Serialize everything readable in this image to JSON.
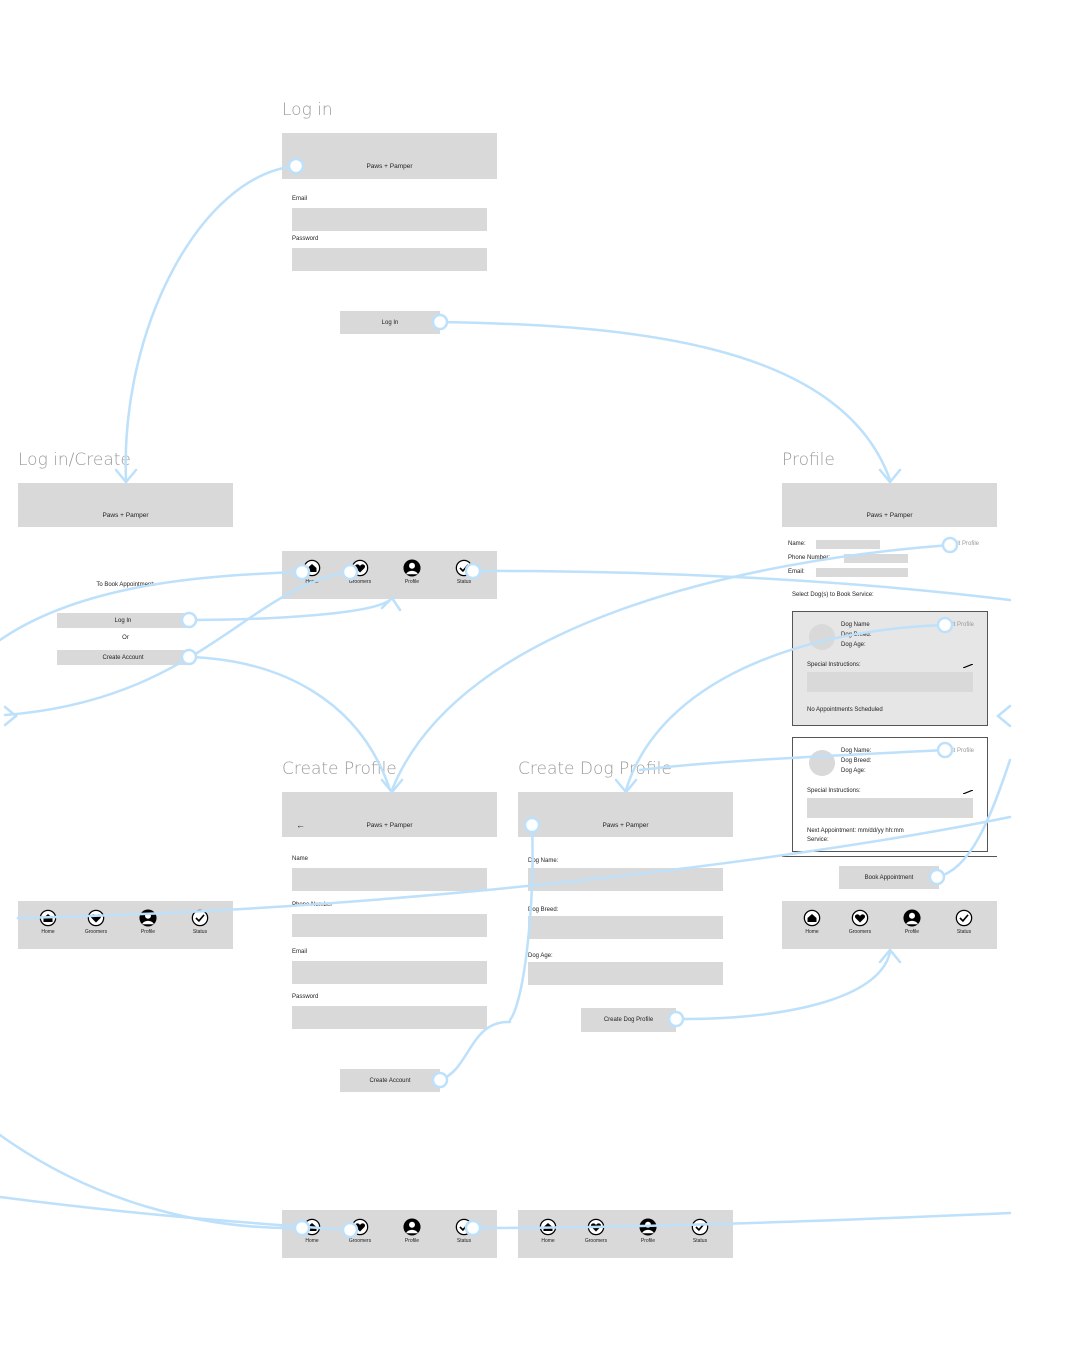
{
  "brand": "Paws + Pamper",
  "screens": {
    "login": {
      "title": "Log in",
      "email_label": "Email",
      "password_label": "Password",
      "login_button": "Log In"
    },
    "login_create": {
      "title": "Log in/Create",
      "book_text": "To Book Appointment:",
      "login_button": "Log In",
      "or_text": "Or",
      "create_button": "Create Account"
    },
    "profile": {
      "title": "Profile",
      "name_label": "Name:",
      "phone_label": "Phone Number:",
      "email_label": "Email:",
      "edit_link": "Edit Profile",
      "select_text": "Select Dog(s) to Book Service:",
      "dog_cards": [
        {
          "dog_name_label": "Dog Name",
          "dog_breed_label": "Dog Breed:",
          "dog_age_label": "Dog Age:",
          "edit_link": "Edit Profile",
          "instructions_label": "Special Instructions:",
          "footer_line1": "No Appointments Scheduled",
          "footer_line2": ""
        },
        {
          "dog_name_label": "Dog Name:",
          "dog_breed_label": "Dog Breed:",
          "dog_age_label": "Dog Age:",
          "edit_link": "Edit Profile",
          "instructions_label": "Special Instructions:",
          "footer_line1": "Next Appointment: mm/dd/yy hh:mm",
          "footer_line2": "Service:"
        }
      ],
      "book_button": "Book Appointment"
    },
    "create_profile": {
      "title": "Create Profile",
      "back_arrow": "←",
      "name_label": "Name",
      "phone_label": "Phone Number",
      "email_label": "Email",
      "password_label": "Password",
      "create_button": "Create Account"
    },
    "create_dog": {
      "title": "Create Dog Profile",
      "dog_name_label": "Dog Name:",
      "dog_breed_label": "Dog Breed:",
      "dog_age_label": "Dog Age:",
      "create_button": "Create Dog Profile"
    }
  },
  "nav": {
    "home": "Home",
    "groomers": "Groomers",
    "profile": "Profile",
    "status": "Status",
    "icons": [
      "home-icon",
      "heart-icon",
      "person-icon",
      "checkmark-icon"
    ]
  },
  "colors": {
    "connector": "#bde0fb",
    "header_fill": "#d9d9d9",
    "title_gray": "#9a9a9a"
  }
}
